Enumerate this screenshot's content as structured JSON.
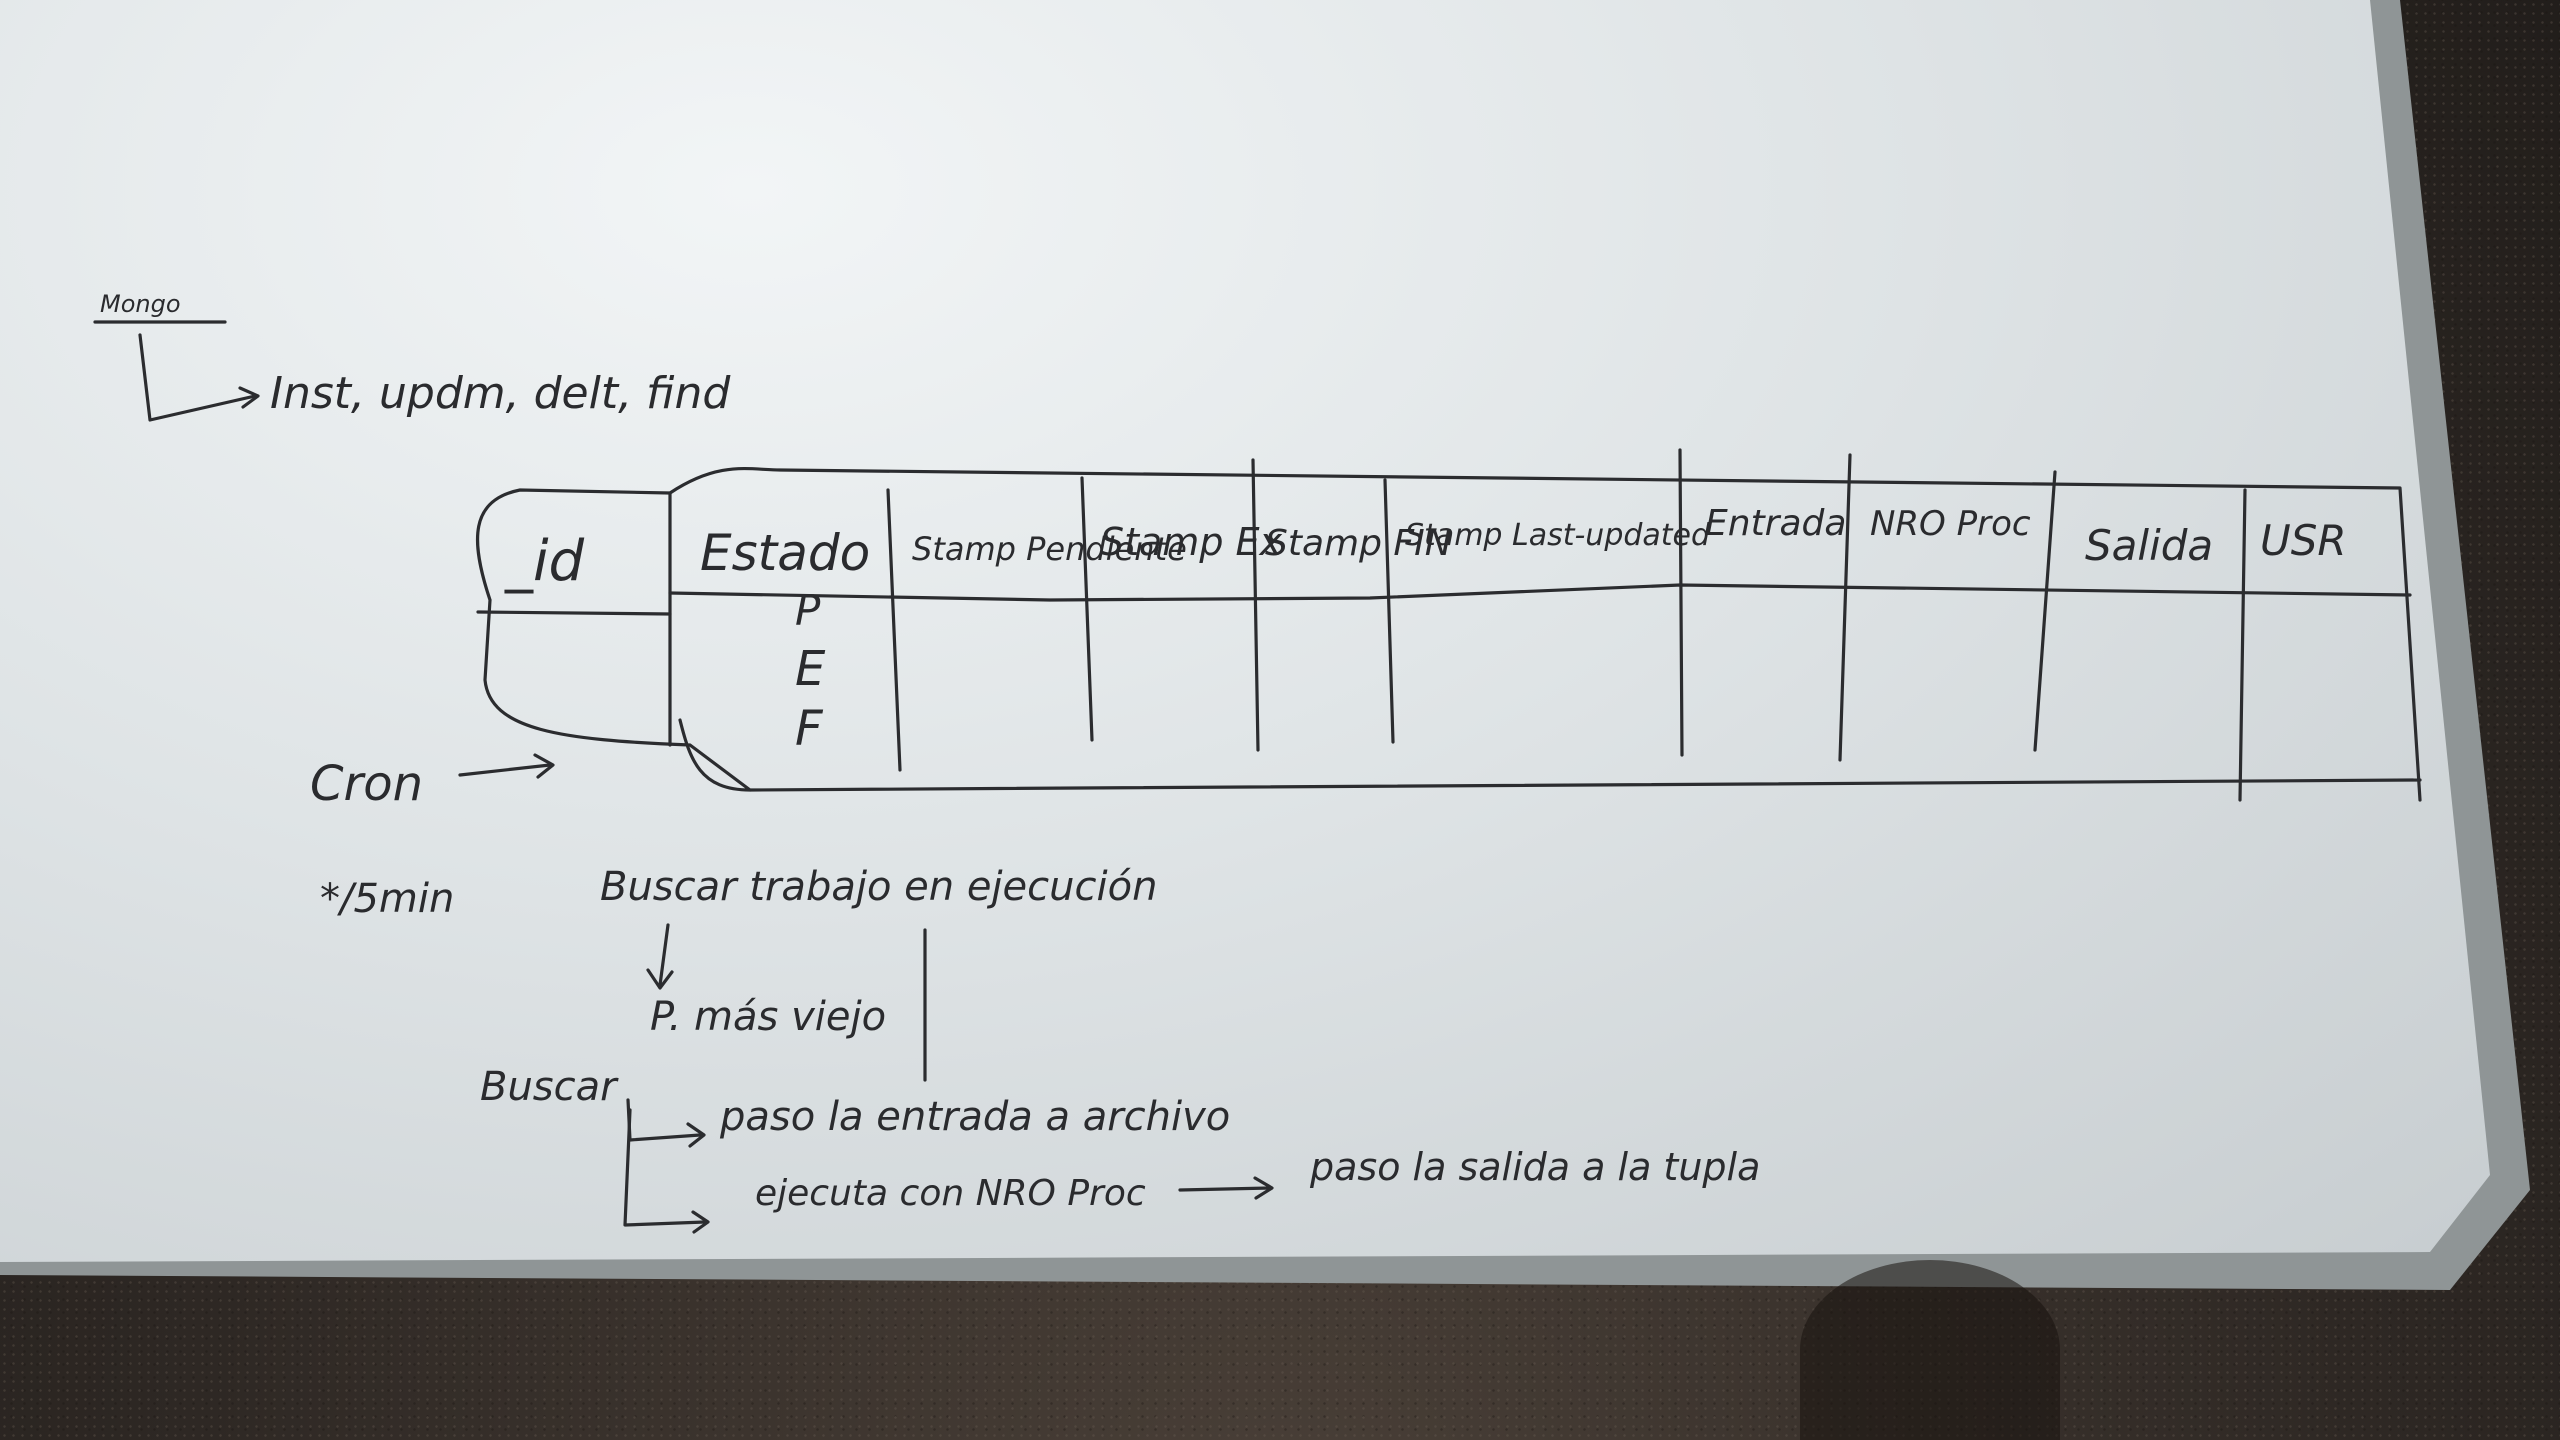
{
  "photo": {
    "subject": "whiteboard",
    "colors": {
      "board": "#e3e8ea",
      "ink": "#2b2c2f",
      "frame": "#8f9596",
      "floor": "#2e2824"
    }
  },
  "header_note": {
    "small_label": "Mongo",
    "operations": "Inst, updm, delt, find"
  },
  "table": {
    "columns": [
      "_id",
      "Estado",
      "Stamp Pendiente",
      "Stamp Ex",
      "Stamp FIN",
      "Stamp Last-updated",
      "Entrada",
      "NRO Proc",
      "Salida",
      "USR"
    ],
    "estado_values": [
      "P",
      "E",
      "F"
    ]
  },
  "cron": {
    "label": "Cron",
    "schedule": "*/5min"
  },
  "steps": {
    "find_running": "Buscar trabajo en ejecución",
    "oldest": "P. más viejo",
    "search": "Buscar",
    "pass_input": "paso la entrada a archivo",
    "execute": "ejecuta con NRO Proc",
    "pass_output": "paso la salida a la tupla"
  }
}
